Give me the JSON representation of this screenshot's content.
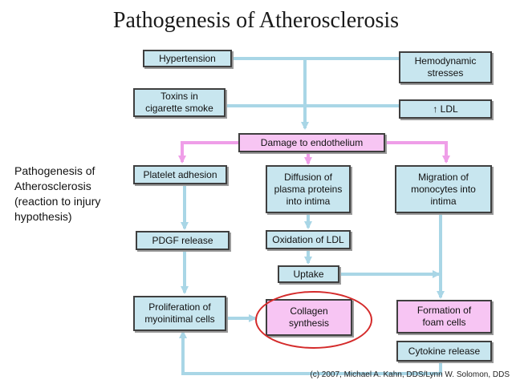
{
  "title": "Pathogenesis of Atherosclerosis",
  "side_note": [
    "Pathogenesis of",
    "Atherosclerosis",
    "(reaction to injury",
    "hypothesis)"
  ],
  "boxes": {
    "hypertension": [
      "Hypertension"
    ],
    "toxins": [
      "Toxins in",
      "cigarette smoke"
    ],
    "hemodynamic": [
      "Hemodynamic",
      "stresses"
    ],
    "ldl": [
      "↑ LDL"
    ],
    "damage": [
      "Damage to endothelium"
    ],
    "platelet": [
      "Platelet adhesion"
    ],
    "diffusion": [
      "Diffusion of",
      "plasma proteins",
      "into intima"
    ],
    "migration": [
      "Migration of",
      "monocytes into",
      "intima"
    ],
    "pdgf": [
      "PDGF release"
    ],
    "oxidation": [
      "Oxidation of LDL"
    ],
    "uptake": [
      "Uptake"
    ],
    "proliferation": [
      "Proliferation of",
      "myoinitimal cells"
    ],
    "collagen": [
      "Collagen",
      "synthesis"
    ],
    "foam": [
      "Formation of",
      "foam cells"
    ],
    "cytokine": [
      "Cytokine release"
    ]
  },
  "colors": {
    "blue_box": "#c8e6ef",
    "pink_box": "#f7c5f3",
    "blue_arrow": "#a9d6e6",
    "pink_arrow": "#ef9ee8",
    "highlight": "#d42a2a"
  },
  "footer": "(c) 2007, Michael A. Kahn, DDS/Lynn W. Solomon, DDS"
}
